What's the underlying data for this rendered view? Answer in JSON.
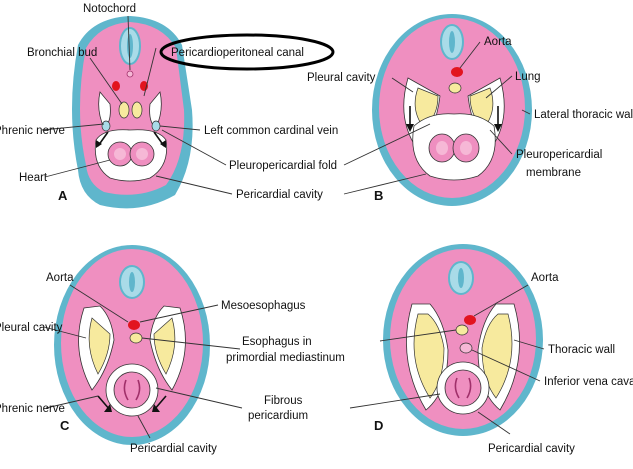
{
  "panels": [
    {
      "letter": "A"
    },
    {
      "letter": "B"
    },
    {
      "letter": "C"
    },
    {
      "letter": "D"
    }
  ],
  "labels": {
    "a_notochord": "Notochord",
    "a_bronchial_bud": "Bronchial bud",
    "a_pericardioperitoneal_canal": "Pericardioperitoneal canal",
    "a_phrenic_nerve": "Phrenic nerve",
    "a_left_common_cardinal_vein": "Left common cardinal vein",
    "a_heart": "Heart",
    "a_pleuropericardial_fold": "Pleuropericardial fold",
    "a_pericardial_cavity": "Pericardial cavity",
    "b_aorta": "Aorta",
    "b_pleural_cavity": "Pleural cavity",
    "b_lung": "Lung",
    "b_lateral_thoracic_wall": "Lateral thoracic wall",
    "b_pleuropericardial_membrane_1": "Pleuropericardial",
    "b_pleuropericardial_membrane_2": "membrane",
    "c_aorta": "Aorta",
    "c_mesoesophagus": "Mesoesophagus",
    "c_pleural_cavity": "Pleural cavity",
    "c_esophagus_1": "Esophagus in",
    "c_esophagus_2": "primordial mediastinum",
    "c_phrenic_nerve": "Phrenic nerve",
    "c_fibrous_pericardium_1": "Fibrous",
    "c_fibrous_pericardium_2": "pericardium",
    "c_pericardial_cavity": "Pericardial cavity",
    "d_aorta": "Aorta",
    "d_thoracic_wall": "Thoracic wall",
    "d_inferior_vena_cava": "Inferior vena cava",
    "d_pericardial_cavity": "Pericardial cavity"
  },
  "colors": {
    "body_pink": "#ef8fc0",
    "inner_pink": "#f6b8d6",
    "outer_blue": "#5fb6cc",
    "light_blue": "#a9dbe8",
    "cavity_white": "#ffffff",
    "lung_yellow": "#f7ea9e",
    "aorta_red": "#e2141f",
    "annotation_ellipse": "#000000"
  }
}
